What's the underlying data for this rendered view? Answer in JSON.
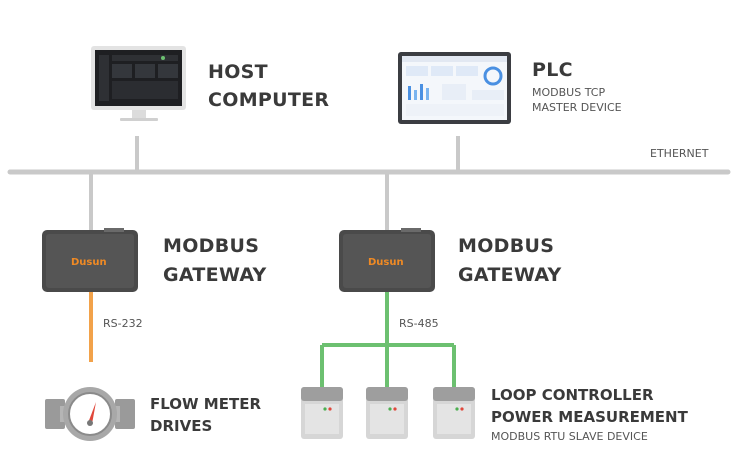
{
  "network": {
    "bus_label": "ETHERNET"
  },
  "host": {
    "title_line1": "HOST",
    "title_line2": "COMPUTER"
  },
  "plc": {
    "title": "PLC",
    "sub_line1": "MODBUS TCP",
    "sub_line2": "MASTER DEVICE"
  },
  "gateways": [
    {
      "brand": "Dusun",
      "title_line1": "MODBUS",
      "title_line2": "GATEWAY",
      "link_label": "RS-232"
    },
    {
      "brand": "Dusun",
      "title_line1": "MODBUS",
      "title_line2": "GATEWAY",
      "link_label": "RS-485"
    }
  ],
  "flow_meter": {
    "title_line1": "FLOW METER",
    "title_line2": "DRIVES"
  },
  "loop_controllers": {
    "title_line1": "LOOP CONTROLLER",
    "title_line2": "POWER MEASUREMENT",
    "sub": "MODBUS RTU SLAVE DEVICE"
  },
  "colors": {
    "bus": "#c9c9c9",
    "rs232": "#f2a24a",
    "rs485": "#6cc070",
    "gateway_body": "#4a4a4a",
    "gateway_brand": "#f08a24",
    "text": "#3a3a3a"
  }
}
